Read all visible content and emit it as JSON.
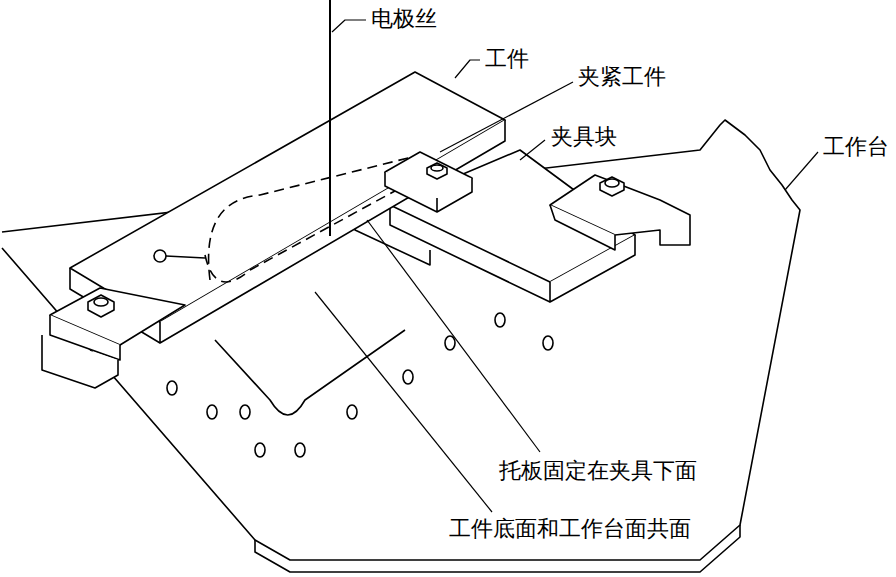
{
  "diagram": {
    "labels": [
      "电极丝",
      "工件",
      "夹紧工件",
      "夹具块",
      "工作台",
      "托板固定在夹具下面",
      "工件底面和工作台面共面"
    ]
  }
}
